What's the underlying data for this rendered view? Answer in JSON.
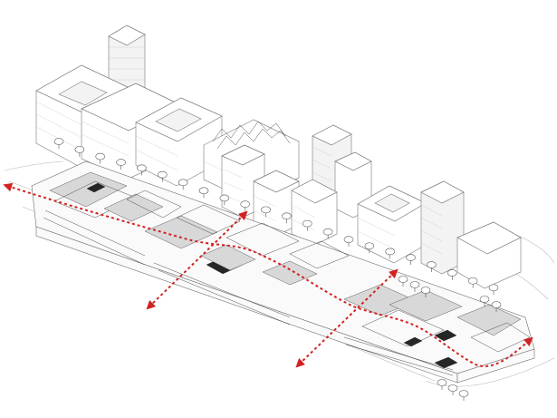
{
  "colors": {
    "route": "#d32222",
    "ink": "#3a3a3a",
    "paper": "#ffffff"
  },
  "diagram": {
    "style": "isometric axonometric line drawing",
    "elements": [
      "background-tower-blocks",
      "courtyard-blocks",
      "ground-floor-plan-strip",
      "street-trees",
      "pedestrian-route-arrows"
    ]
  }
}
